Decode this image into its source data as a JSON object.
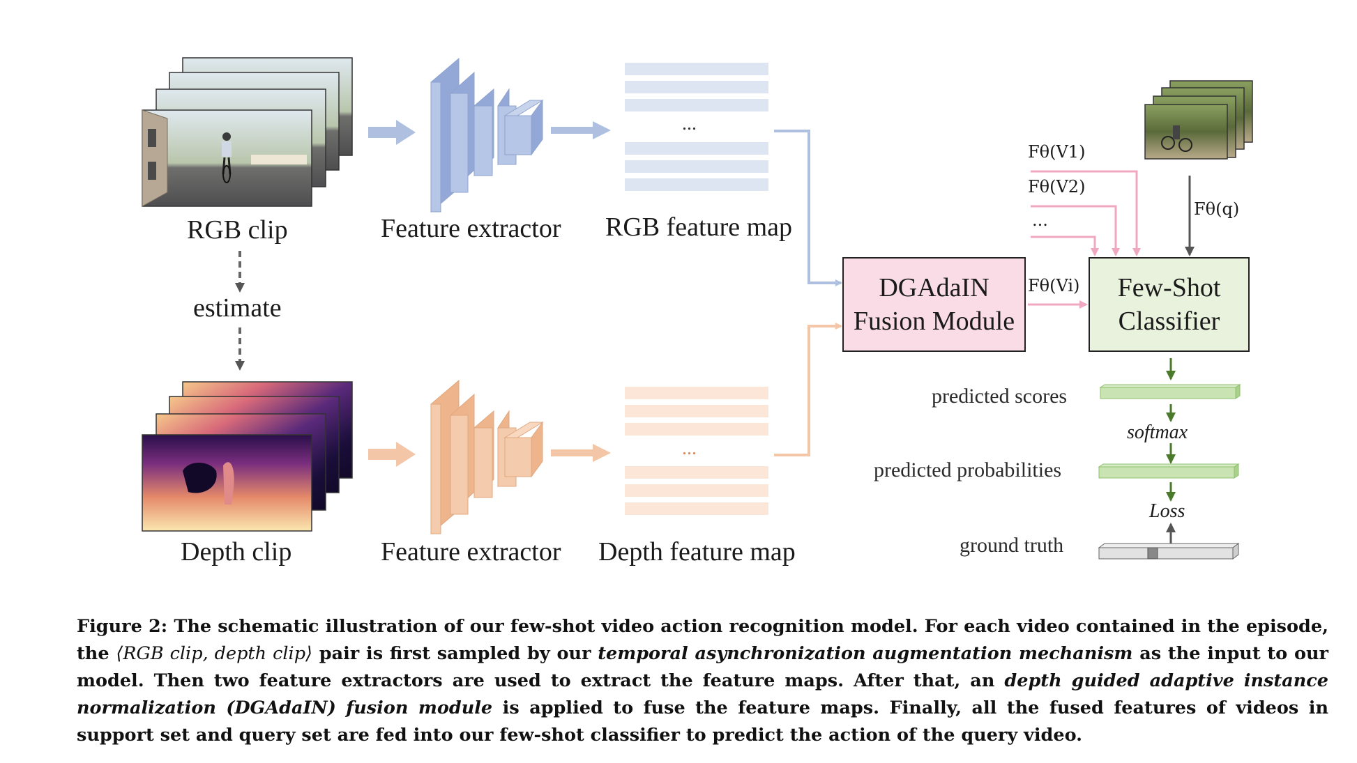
{
  "diagram": {
    "rgb_branch": {
      "clip_label": "RGB clip",
      "extractor_label": "Feature extractor",
      "feature_map_label": "RGB feature map",
      "ellipsis": "...",
      "color": "#aebfe0"
    },
    "estimate_label": "estimate",
    "depth_branch": {
      "clip_label": "Depth clip",
      "extractor_label": "Feature extractor",
      "feature_map_label": "Depth feature map",
      "ellipsis": "...",
      "color": "#f2c6a6"
    },
    "fusion_module": {
      "line1": "DGAdaIN",
      "line2": "Fusion Module",
      "fill": "#f9dce6"
    },
    "classifier": {
      "line1": "Few-Shot",
      "line2": "Classifier",
      "fill": "#e8f2dc"
    },
    "support_inputs": {
      "v1": "Fθ(V1)",
      "v2": "Fθ(V2)",
      "ellipsis": "...",
      "vi": "Fθ(Vi)",
      "color": "#f0a8c0"
    },
    "query_input": "Fθ(q)",
    "outputs": {
      "predicted_scores": "predicted scores",
      "softmax": "softmax",
      "predicted_probabilities": "predicted probabilities",
      "loss": "Loss",
      "ground_truth": "ground truth"
    }
  },
  "caption": {
    "label": "Figure 2:",
    "part1": "The schematic illustration of our few-shot video action recognition model. For each video contained in the episode, the",
    "pair": "⟨RGB clip, depth clip⟩",
    "part2": "pair is first sampled by our",
    "emph1": "temporal asynchronization augmentation mechanism",
    "part3": "as the input to our model. Then two feature extractors are used to extract the feature maps. After that, an",
    "emph2": "depth guided adaptive instance normalization (DGAdaIN) fusion module",
    "part4": "is applied to fuse the feature maps. Finally, all the fused features of videos in support set and query set are fed into our few-shot classifier to predict the action of the query video."
  }
}
